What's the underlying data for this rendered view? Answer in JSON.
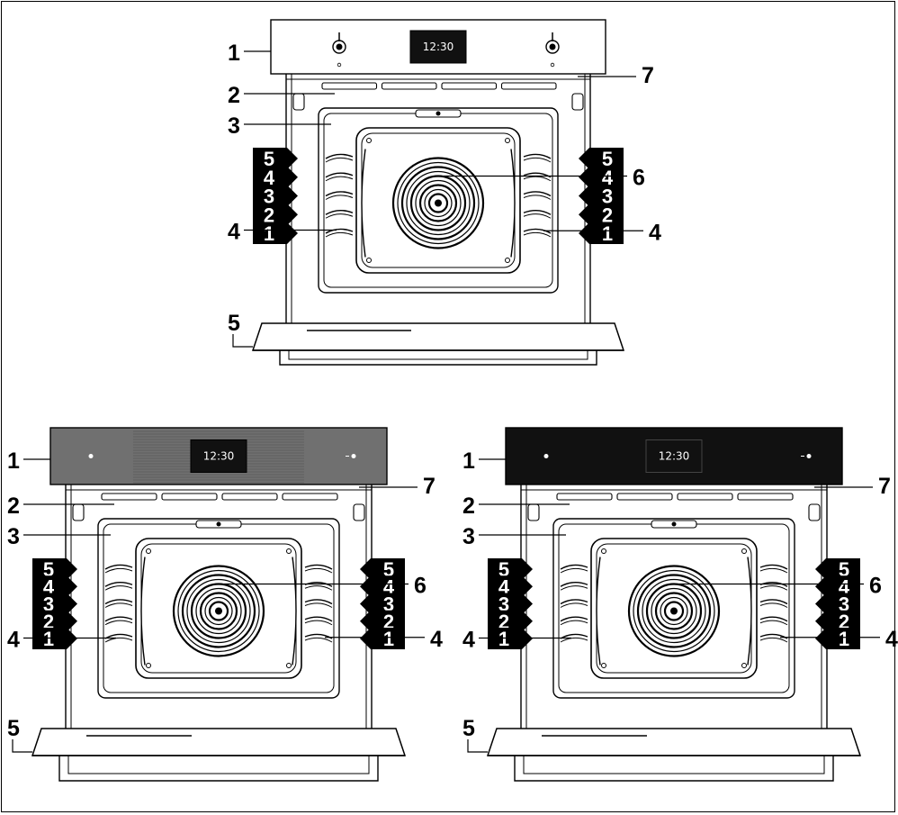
{
  "figure": {
    "callouts": [
      "1",
      "2",
      "3",
      "4",
      "5",
      "6",
      "7"
    ],
    "shelf_levels": [
      "1",
      "2",
      "3",
      "4",
      "5"
    ],
    "ovens": [
      {
        "id": "top",
        "panel_style": "light",
        "display_time": "12:30"
      },
      {
        "id": "bottom-left",
        "panel_style": "grey",
        "display_time": "12:30"
      },
      {
        "id": "bottom-right",
        "panel_style": "black",
        "display_time": "12:30"
      }
    ]
  }
}
